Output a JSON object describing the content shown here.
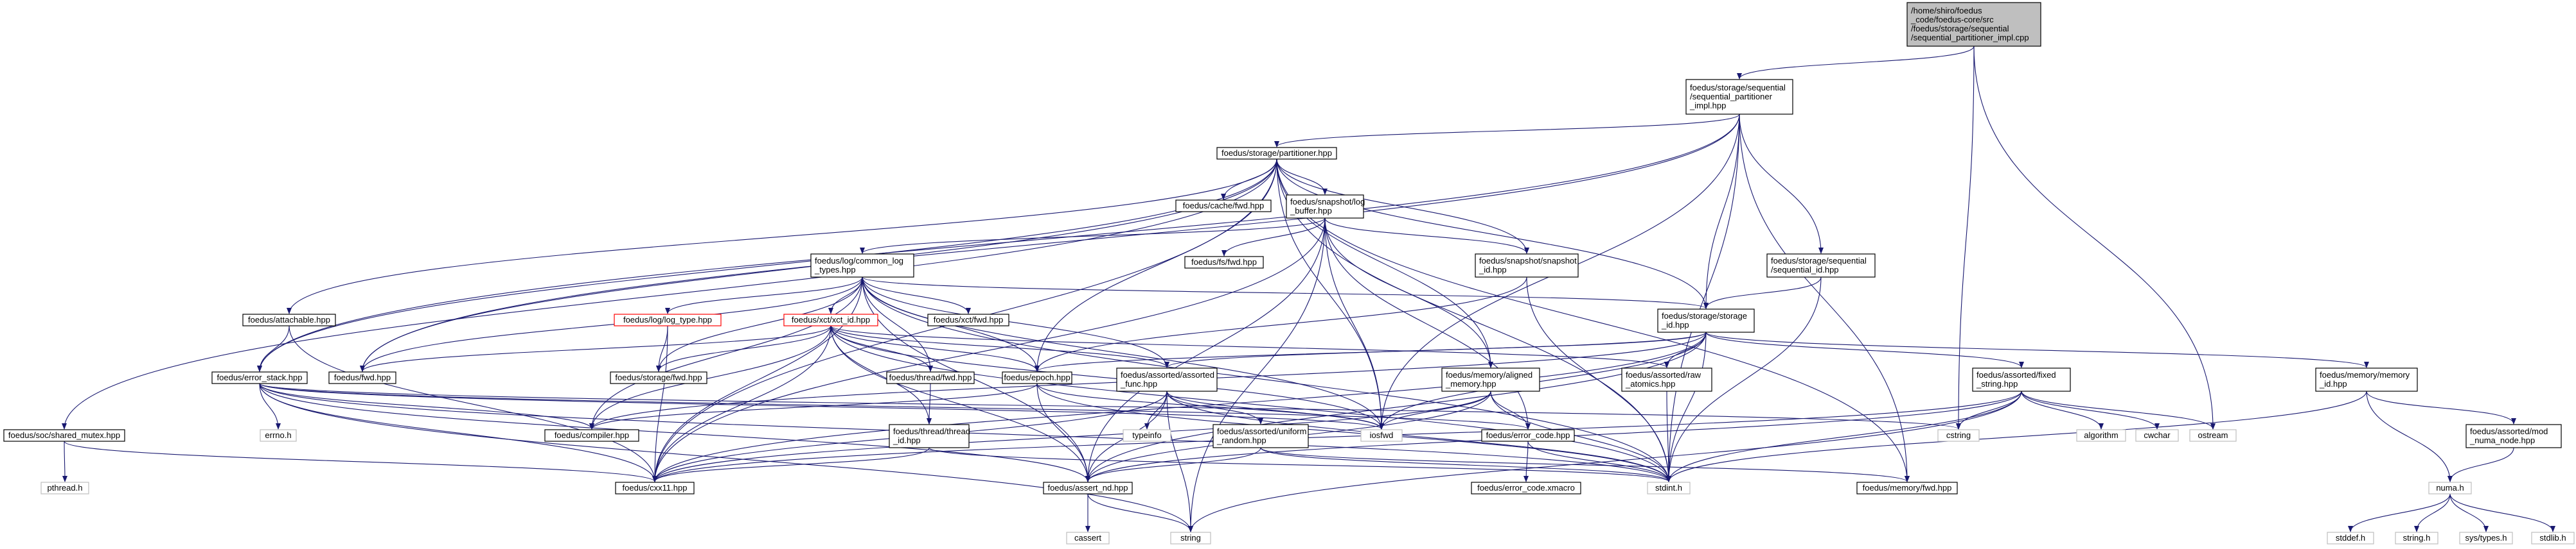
{
  "graph": {
    "title": "",
    "edge_color": "#191970",
    "nodes": [
      {
        "id": "root",
        "kind": "root",
        "lines": [
          "/home/shiro/foedus",
          "_code/foedus-core/src",
          "/foedus/storage/sequential",
          "/sequential_partitioner_impl.cpp"
        ]
      },
      {
        "id": "spi_hpp",
        "kind": "file",
        "lines": [
          "foedus/storage/sequential",
          "/sequential_partitioner",
          "_impl.hpp"
        ]
      },
      {
        "id": "partitioner",
        "kind": "file",
        "lines": [
          "foedus/storage/partitioner.hpp"
        ]
      },
      {
        "id": "cache_fwd",
        "kind": "file",
        "lines": [
          "foedus/cache/fwd.hpp"
        ]
      },
      {
        "id": "log_buffer",
        "kind": "file",
        "lines": [
          "foedus/snapshot/log",
          "_buffer.hpp"
        ]
      },
      {
        "id": "common_log",
        "kind": "file",
        "lines": [
          "foedus/log/common_log",
          "_types.hpp"
        ]
      },
      {
        "id": "fs_fwd",
        "kind": "file",
        "lines": [
          "foedus/fs/fwd.hpp"
        ]
      },
      {
        "id": "snapshot_id",
        "kind": "file",
        "lines": [
          "foedus/snapshot/snapshot",
          "_id.hpp"
        ]
      },
      {
        "id": "seq_id",
        "kind": "file",
        "lines": [
          "foedus/storage/sequential",
          "/sequential_id.hpp"
        ]
      },
      {
        "id": "attachable",
        "kind": "file",
        "lines": [
          "foedus/attachable.hpp"
        ]
      },
      {
        "id": "log_type",
        "kind": "red",
        "lines": [
          "foedus/log/log_type.hpp"
        ]
      },
      {
        "id": "xct_id",
        "kind": "red",
        "lines": [
          "foedus/xct/xct_id.hpp"
        ]
      },
      {
        "id": "xct_fwd",
        "kind": "file",
        "lines": [
          "foedus/xct/fwd.hpp"
        ]
      },
      {
        "id": "storage_id",
        "kind": "file",
        "lines": [
          "foedus/storage/storage",
          "_id.hpp"
        ]
      },
      {
        "id": "error_stack",
        "kind": "file",
        "lines": [
          "foedus/error_stack.hpp"
        ]
      },
      {
        "id": "foedus_fwd",
        "kind": "file",
        "lines": [
          "foedus/fwd.hpp"
        ]
      },
      {
        "id": "storage_fwd",
        "kind": "file",
        "lines": [
          "foedus/storage/fwd.hpp"
        ]
      },
      {
        "id": "thread_fwd",
        "kind": "file",
        "lines": [
          "foedus/thread/fwd.hpp"
        ]
      },
      {
        "id": "epoch",
        "kind": "file",
        "lines": [
          "foedus/epoch.hpp"
        ]
      },
      {
        "id": "assorted_func",
        "kind": "file",
        "lines": [
          "foedus/assorted/assorted",
          "_func.hpp"
        ]
      },
      {
        "id": "aligned_mem",
        "kind": "file",
        "lines": [
          "foedus/memory/aligned",
          "_memory.hpp"
        ]
      },
      {
        "id": "raw_atomics",
        "kind": "file",
        "lines": [
          "foedus/assorted/raw",
          "_atomics.hpp"
        ]
      },
      {
        "id": "fixed_string",
        "kind": "file",
        "lines": [
          "foedus/assorted/fixed",
          "_string.hpp"
        ]
      },
      {
        "id": "memory_id",
        "kind": "file",
        "lines": [
          "foedus/memory/memory",
          "_id.hpp"
        ]
      },
      {
        "id": "shared_mutex",
        "kind": "file",
        "lines": [
          "foedus/soc/shared_mutex.hpp"
        ]
      },
      {
        "id": "errno",
        "kind": "sys",
        "lines": [
          "errno.h"
        ]
      },
      {
        "id": "compiler",
        "kind": "file",
        "lines": [
          "foedus/compiler.hpp"
        ]
      },
      {
        "id": "thread_id",
        "kind": "file",
        "lines": [
          "foedus/thread/thread",
          "_id.hpp"
        ]
      },
      {
        "id": "typeinfo",
        "kind": "sys",
        "lines": [
          "typeinfo"
        ]
      },
      {
        "id": "uniform_random",
        "kind": "file",
        "lines": [
          "foedus/assorted/uniform",
          "_random.hpp"
        ]
      },
      {
        "id": "iosfwd",
        "kind": "sys",
        "lines": [
          "iosfwd"
        ]
      },
      {
        "id": "error_code",
        "kind": "file",
        "lines": [
          "foedus/error_code.hpp"
        ]
      },
      {
        "id": "cstring",
        "kind": "sys",
        "lines": [
          "cstring"
        ]
      },
      {
        "id": "algorithm",
        "kind": "sys",
        "lines": [
          "algorithm"
        ]
      },
      {
        "id": "cwchar",
        "kind": "sys",
        "lines": [
          "cwchar"
        ]
      },
      {
        "id": "ostream",
        "kind": "sys",
        "lines": [
          "ostream"
        ]
      },
      {
        "id": "numa_node",
        "kind": "file",
        "lines": [
          "foedus/assorted/mod",
          "_numa_node.hpp"
        ]
      },
      {
        "id": "pthread",
        "kind": "sys",
        "lines": [
          "pthread.h"
        ]
      },
      {
        "id": "cxx11",
        "kind": "file",
        "lines": [
          "foedus/cxx11.hpp"
        ]
      },
      {
        "id": "assert_nd",
        "kind": "file",
        "lines": [
          "foedus/assert_nd.hpp"
        ]
      },
      {
        "id": "error_code_xmacro",
        "kind": "file",
        "lines": [
          "foedus/error_code.xmacro"
        ]
      },
      {
        "id": "stdint",
        "kind": "sys",
        "lines": [
          "stdint.h"
        ]
      },
      {
        "id": "memory_fwd",
        "kind": "file",
        "lines": [
          "foedus/memory/fwd.hpp"
        ]
      },
      {
        "id": "numa",
        "kind": "sys",
        "lines": [
          "numa.h"
        ]
      },
      {
        "id": "cassert",
        "kind": "sys",
        "lines": [
          "cassert"
        ]
      },
      {
        "id": "string",
        "kind": "sys",
        "lines": [
          "string"
        ]
      },
      {
        "id": "stddef",
        "kind": "sys",
        "lines": [
          "stddef.h"
        ]
      },
      {
        "id": "string_h",
        "kind": "sys",
        "lines": [
          "string.h"
        ]
      },
      {
        "id": "sys_types",
        "kind": "sys",
        "lines": [
          "sys/types.h"
        ]
      },
      {
        "id": "stdlib",
        "kind": "sys",
        "lines": [
          "stdlib.h"
        ]
      }
    ],
    "edges": [
      [
        "root",
        "spi_hpp"
      ],
      [
        "root",
        "cstring"
      ],
      [
        "root",
        "ostream"
      ],
      [
        "spi_hpp",
        "partitioner"
      ],
      [
        "spi_hpp",
        "foedus_fwd"
      ],
      [
        "spi_hpp",
        "error_stack"
      ],
      [
        "spi_hpp",
        "seq_id"
      ],
      [
        "spi_hpp",
        "storage_id"
      ],
      [
        "spi_hpp",
        "iosfwd"
      ],
      [
        "spi_hpp",
        "stdint"
      ],
      [
        "spi_hpp",
        "memory_fwd"
      ],
      [
        "partitioner",
        "cache_fwd"
      ],
      [
        "partitioner",
        "log_buffer"
      ],
      [
        "partitioner",
        "attachable"
      ],
      [
        "partitioner",
        "foedus_fwd"
      ],
      [
        "partitioner",
        "shared_mutex"
      ],
      [
        "partitioner",
        "error_stack"
      ],
      [
        "partitioner",
        "epoch"
      ],
      [
        "partitioner",
        "snapshot_id"
      ],
      [
        "partitioner",
        "storage_id"
      ],
      [
        "partitioner",
        "iosfwd"
      ],
      [
        "partitioner",
        "stdint"
      ],
      [
        "partitioner",
        "memory_fwd"
      ],
      [
        "partitioner",
        "cxx11"
      ],
      [
        "partitioner",
        "aligned_mem"
      ],
      [
        "log_buffer",
        "common_log"
      ],
      [
        "log_buffer",
        "fs_fwd"
      ],
      [
        "log_buffer",
        "snapshot_id"
      ],
      [
        "log_buffer",
        "aligned_mem"
      ],
      [
        "log_buffer",
        "error_code"
      ],
      [
        "log_buffer",
        "iosfwd"
      ],
      [
        "log_buffer",
        "string"
      ],
      [
        "log_buffer",
        "cxx11"
      ],
      [
        "log_buffer",
        "assert_nd"
      ],
      [
        "common_log",
        "log_type"
      ],
      [
        "common_log",
        "xct_id"
      ],
      [
        "common_log",
        "xct_fwd"
      ],
      [
        "common_log",
        "foedus_fwd"
      ],
      [
        "common_log",
        "storage_fwd"
      ],
      [
        "common_log",
        "thread_fwd"
      ],
      [
        "common_log",
        "epoch"
      ],
      [
        "common_log",
        "assorted_func"
      ],
      [
        "common_log",
        "storage_id"
      ],
      [
        "common_log",
        "compiler"
      ],
      [
        "common_log",
        "cxx11"
      ],
      [
        "common_log",
        "assert_nd"
      ],
      [
        "common_log",
        "iosfwd"
      ],
      [
        "common_log",
        "stdint"
      ],
      [
        "log_type",
        "storage_fwd"
      ],
      [
        "log_type",
        "cxx11"
      ],
      [
        "xct_id",
        "foedus_fwd"
      ],
      [
        "xct_id",
        "storage_fwd"
      ],
      [
        "xct_id",
        "thread_fwd"
      ],
      [
        "xct_id",
        "thread_id"
      ],
      [
        "xct_id",
        "epoch"
      ],
      [
        "xct_id",
        "assorted_func"
      ],
      [
        "xct_id",
        "raw_atomics"
      ],
      [
        "xct_id",
        "compiler"
      ],
      [
        "xct_id",
        "cxx11"
      ],
      [
        "xct_id",
        "assert_nd"
      ],
      [
        "xct_id",
        "iosfwd"
      ],
      [
        "xct_id",
        "stdint"
      ],
      [
        "snapshot_id",
        "epoch"
      ],
      [
        "snapshot_id",
        "stdint"
      ],
      [
        "seq_id",
        "storage_id"
      ],
      [
        "seq_id",
        "stdint"
      ],
      [
        "attachable",
        "error_stack"
      ],
      [
        "attachable",
        "cxx11"
      ],
      [
        "storage_id",
        "epoch"
      ],
      [
        "storage_id",
        "assorted_func"
      ],
      [
        "storage_id",
        "raw_atomics"
      ],
      [
        "storage_id",
        "fixed_string"
      ],
      [
        "storage_id",
        "memory_id"
      ],
      [
        "storage_id",
        "compiler"
      ],
      [
        "storage_id",
        "cxx11"
      ],
      [
        "storage_id",
        "iosfwd"
      ],
      [
        "storage_id",
        "stdint"
      ],
      [
        "storage_id",
        "assert_nd"
      ],
      [
        "error_stack",
        "errno"
      ],
      [
        "error_stack",
        "compiler"
      ],
      [
        "error_stack",
        "error_code"
      ],
      [
        "error_stack",
        "iosfwd"
      ],
      [
        "error_stack",
        "cstring"
      ],
      [
        "error_stack",
        "string"
      ],
      [
        "error_stack",
        "cxx11"
      ],
      [
        "error_stack",
        "assert_nd"
      ],
      [
        "error_stack",
        "stdint"
      ],
      [
        "shared_mutex",
        "pthread"
      ],
      [
        "shared_mutex",
        "cxx11"
      ],
      [
        "thread_fwd",
        "thread_id"
      ],
      [
        "thread_id",
        "cxx11"
      ],
      [
        "thread_id",
        "stdint"
      ],
      [
        "epoch",
        "assert_nd"
      ],
      [
        "epoch",
        "iosfwd"
      ],
      [
        "epoch",
        "stdint"
      ],
      [
        "epoch",
        "compiler"
      ],
      [
        "assorted_func",
        "typeinfo"
      ],
      [
        "assorted_func",
        "string"
      ],
      [
        "assorted_func",
        "cxx11"
      ],
      [
        "assorted_func",
        "assert_nd"
      ],
      [
        "assorted_func",
        "iosfwd"
      ],
      [
        "assorted_func",
        "stdint"
      ],
      [
        "assorted_func",
        "uniform_random"
      ],
      [
        "uniform_random",
        "memory_fwd"
      ],
      [
        "uniform_random",
        "assert_nd"
      ],
      [
        "uniform_random",
        "stdint"
      ],
      [
        "aligned_mem",
        "iosfwd"
      ],
      [
        "aligned_mem",
        "error_code"
      ],
      [
        "aligned_mem",
        "stdint"
      ],
      [
        "aligned_mem",
        "cxx11"
      ],
      [
        "aligned_mem",
        "assert_nd"
      ],
      [
        "raw_atomics",
        "stdint"
      ],
      [
        "fixed_string",
        "cstring"
      ],
      [
        "fixed_string",
        "algorithm"
      ],
      [
        "fixed_string",
        "cwchar"
      ],
      [
        "fixed_string",
        "ostream"
      ],
      [
        "fixed_string",
        "string"
      ],
      [
        "fixed_string",
        "stdint"
      ],
      [
        "fixed_string",
        "cxx11"
      ],
      [
        "fixed_string",
        "assert_nd"
      ],
      [
        "memory_id",
        "numa_node"
      ],
      [
        "memory_id",
        "numa"
      ],
      [
        "memory_id",
        "stdint"
      ],
      [
        "numa_node",
        "numa"
      ],
      [
        "error_code",
        "error_code_xmacro"
      ],
      [
        "error_code",
        "stdint"
      ],
      [
        "assert_nd",
        "cassert"
      ],
      [
        "assert_nd",
        "string"
      ],
      [
        "numa",
        "stddef"
      ],
      [
        "numa",
        "string_h"
      ],
      [
        "numa",
        "sys_types"
      ],
      [
        "numa",
        "stdlib"
      ]
    ]
  }
}
